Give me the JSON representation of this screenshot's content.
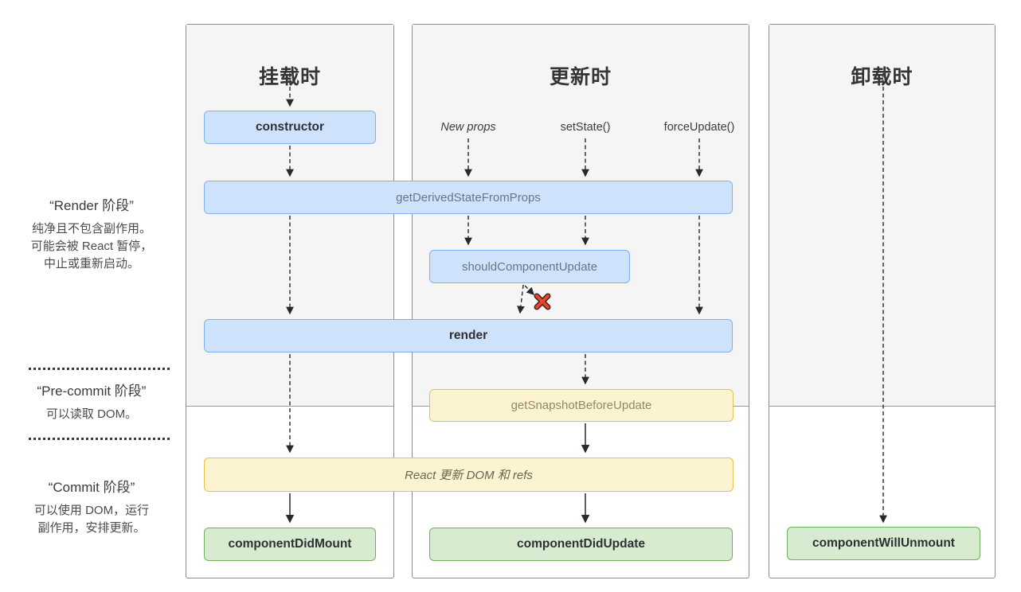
{
  "sidebar": {
    "render_phase": {
      "title": "“Render 阶段”",
      "lines": [
        "纯净且不包含副作用。",
        "可能会被 React 暂停，",
        "中止或重新启动。"
      ]
    },
    "precommit_phase": {
      "title": "“Pre-commit 阶段”",
      "lines": [
        "可以读取 DOM。"
      ]
    },
    "commit_phase": {
      "title": "“Commit 阶段”",
      "lines": [
        "可以使用 DOM，运行",
        "副作用，安排更新。"
      ]
    }
  },
  "columns": {
    "mounting": {
      "title": "挂载时"
    },
    "updating": {
      "title": "更新时"
    },
    "unmounting": {
      "title": "卸载时"
    }
  },
  "triggers": {
    "new_props": "New props",
    "set_state": "setState()",
    "force_update": "forceUpdate()"
  },
  "boxes": {
    "constructor": "constructor",
    "get_derived_state_from_props": "getDerivedStateFromProps",
    "should_component_update": "shouldComponentUpdate",
    "render": "render",
    "get_snapshot_before_update": "getSnapshotBeforeUpdate",
    "react_updates_dom": "React 更新 DOM 和 refs",
    "component_did_mount": "componentDidMount",
    "component_did_update": "componentDidUpdate",
    "component_will_unmount": "componentWillUnmount"
  },
  "colors": {
    "box_blue_fill": "#cfe2fb",
    "box_blue_border": "#7fb0f1",
    "box_yellow_fill": "#fcf3d0",
    "box_yellow_border": "#e9c14d",
    "box_green_fill": "#d7ebd1",
    "box_green_border": "#71ad60",
    "panel_shade": "#f5f5f6",
    "abort_x_red": "#e4472c"
  }
}
